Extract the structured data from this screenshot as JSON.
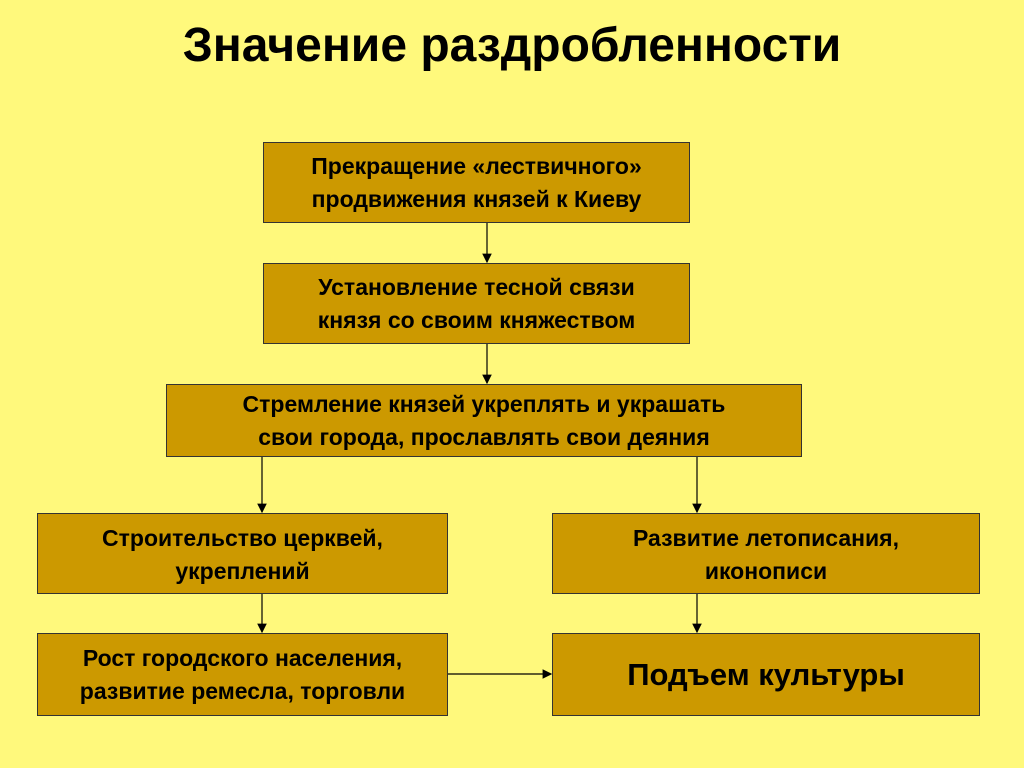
{
  "title": "Значение раздробленности",
  "boxes": {
    "b1": "Прекращение «лествичного»\nпродвижения князей к Киеву",
    "b2": "Установление тесной связи\nкнязя со своим княжеством",
    "b3": "Стремление князей укреплять и украшать\nсвои города, прославлять свои деяния",
    "b4": "Строительство церквей,\nукреплений",
    "b5": "Развитие летописания,\nиконописи",
    "b6": "Рост городского населения,\nразвитие ремесла, торговли",
    "b7": "Подъем культуры"
  },
  "colors": {
    "background": "#fff97c",
    "box": "#cc9900"
  }
}
